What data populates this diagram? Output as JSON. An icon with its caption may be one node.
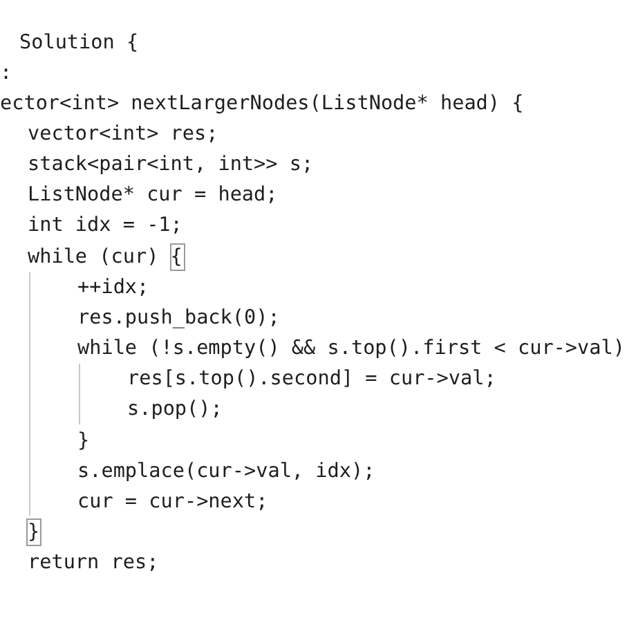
{
  "diagram": {
    "labels": [
      "Solution {",
      ":",
      "ector<int> nextLargerNodes(ListNode* head) {",
      "vector<int> res;",
      "stack<pair<int, int>> s;",
      "ListNode* cur = head;",
      "int idx = -1;",
      "while (cur) {",
      "++idx;",
      "res.push_back(0);",
      "while (!s.empty() && s.top().first < cur->val)",
      "res[s.top().second] = cur->val;",
      "s.pop();",
      "}",
      "s.emplace(cur->val, idx);",
      "cur = cur->next;",
      "}",
      "return res;"
    ]
  }
}
